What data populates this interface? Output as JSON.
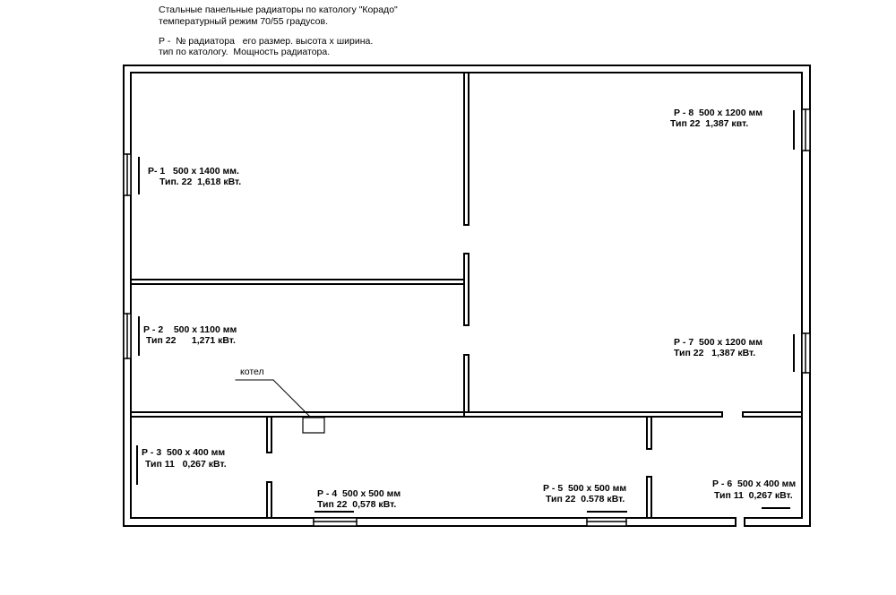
{
  "header": {
    "line1": "Стальные панельные радиаторы по катологу \"Корадо\"",
    "line2": "температурный режим 70/55 градусов.",
    "legend1": "Р -  № радиатора   его размер. высота х ширина.",
    "legend2": "тип по катологу.  Мощность радиатора."
  },
  "boiler_label": "котел",
  "radiators": [
    {
      "id": "r1",
      "line1": "Р- 1   500 х 1400 мм.",
      "line2": "Тип. 22  1,618 кВт."
    },
    {
      "id": "r2",
      "line1": "Р - 2    500 х 1100 мм",
      "line2": "Тип 22      1,271 кВт."
    },
    {
      "id": "r3",
      "line1": "Р - 3  500 х 400 мм",
      "line2": "Тип 11   0,267 кВт."
    },
    {
      "id": "r4",
      "line1": "Р - 4  500 х 500 мм",
      "line2": "Тип 22  0,578 кВт."
    },
    {
      "id": "r5",
      "line1": "Р - 5  500 х 500 мм",
      "line2": "Тип 22  0.578 кВт."
    },
    {
      "id": "r6",
      "line1": "Р - 6  500 х 400 мм",
      "line2": "Тип 11  0,267 кВт."
    },
    {
      "id": "r7",
      "line1": "Р - 7  500 х 1200 мм",
      "line2": "Тип 22   1,387 кВт."
    },
    {
      "id": "r8",
      "line1": "Р - 8  500 х 1200 мм",
      "line2": "Тип 22  1,387 квт."
    }
  ]
}
